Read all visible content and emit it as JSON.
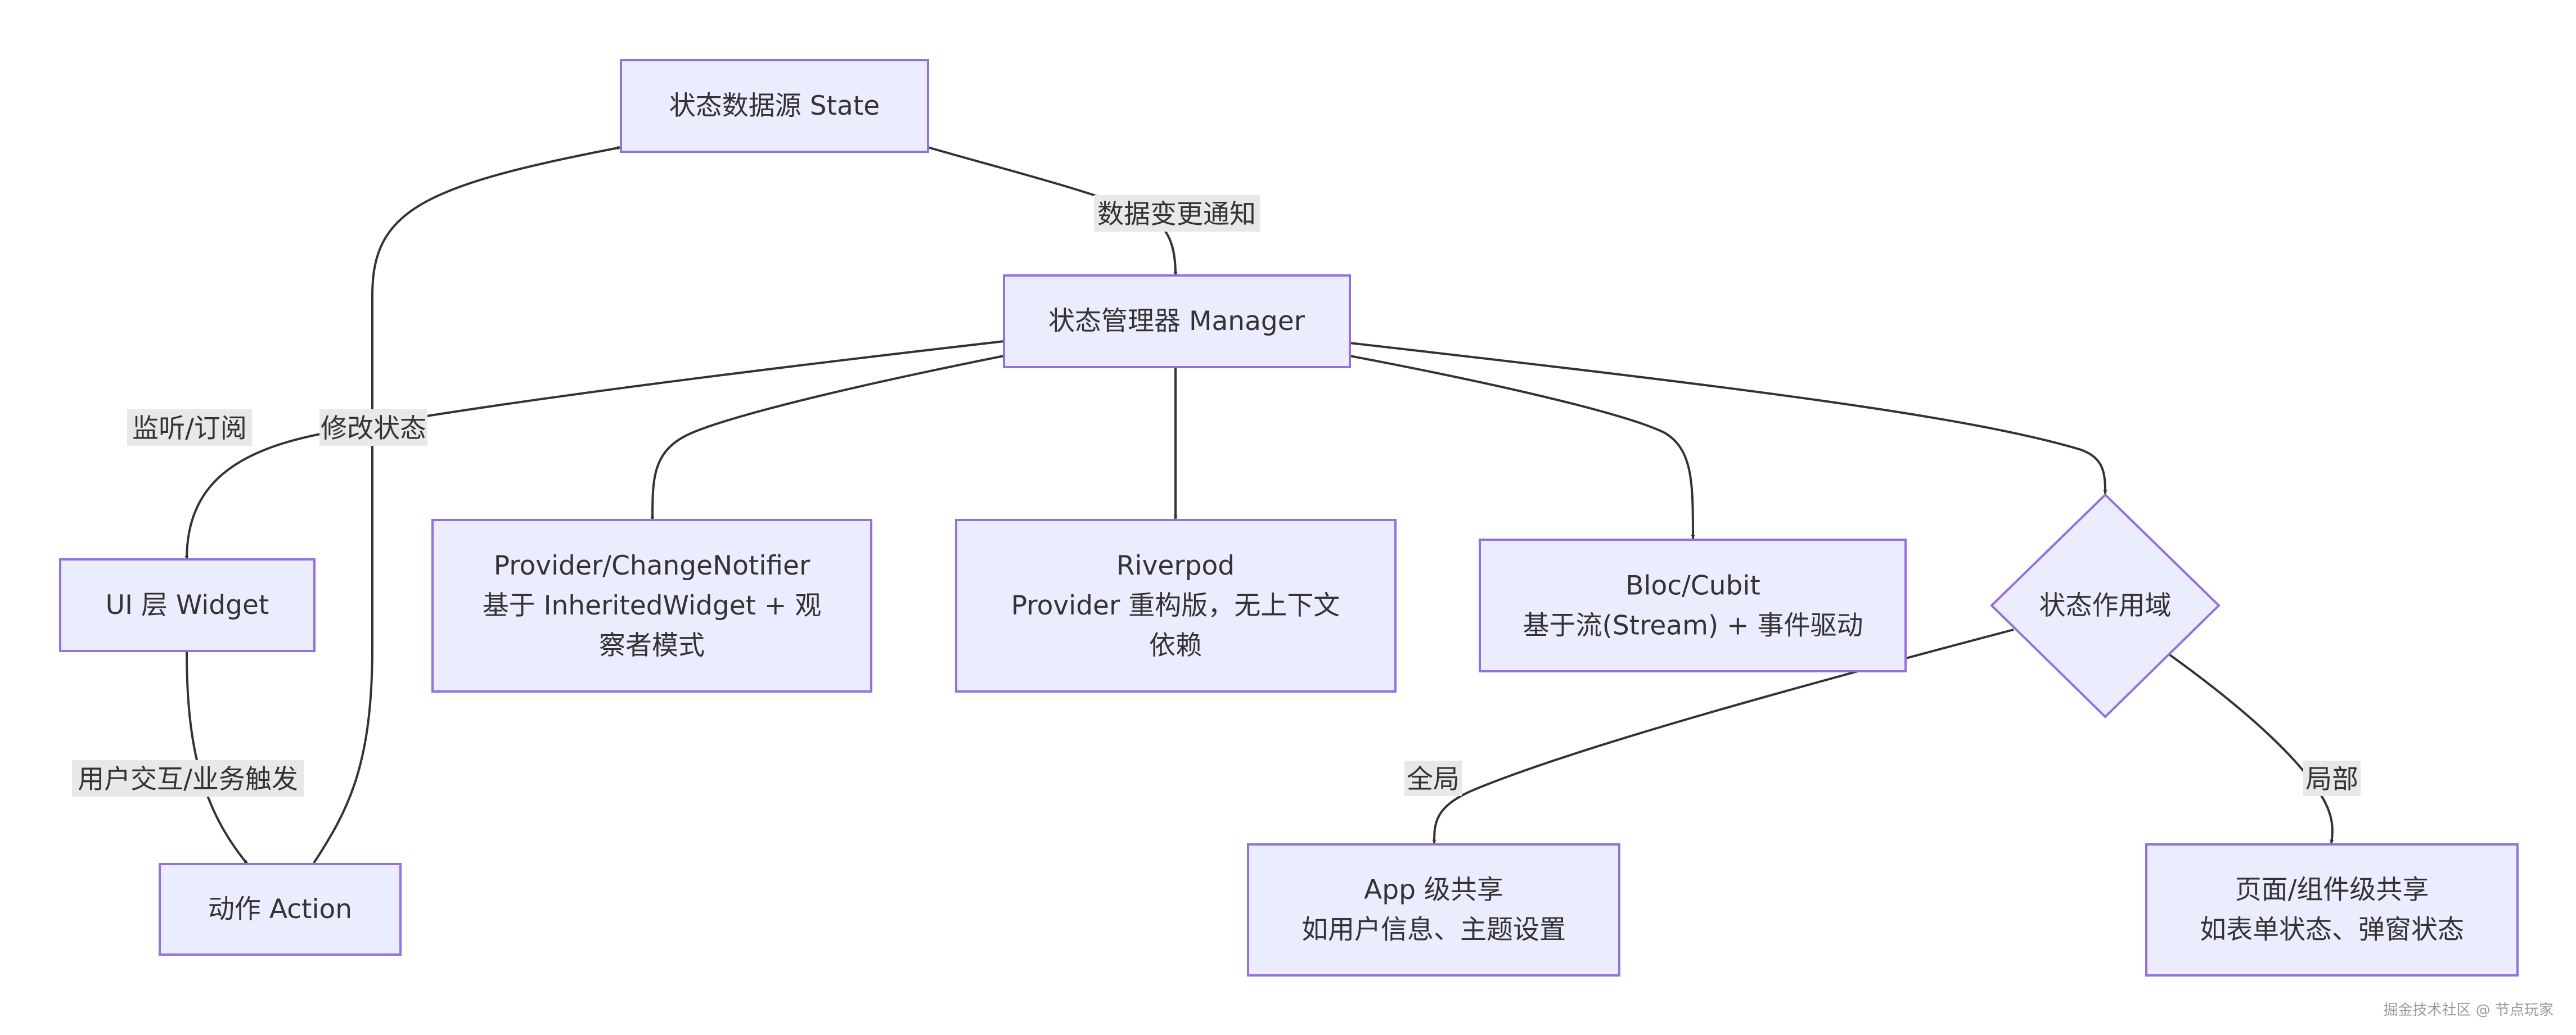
{
  "nodes": {
    "state": {
      "lines": [
        "状态数据源 State"
      ]
    },
    "manager": {
      "lines": [
        "状态管理器 Manager"
      ]
    },
    "ui": {
      "lines": [
        "UI 层 Widget"
      ]
    },
    "action": {
      "lines": [
        "动作 Action"
      ]
    },
    "provider": {
      "lines": [
        "Provider/ChangeNotifier",
        "基于 InheritedWidget + 观",
        "察者模式"
      ]
    },
    "riverpod": {
      "lines": [
        "Riverpod",
        "Provider 重构版，无上下文",
        "依赖"
      ]
    },
    "bloc": {
      "lines": [
        "Bloc/Cubit",
        "基于流(Stream) + 事件驱动"
      ]
    },
    "scope": {
      "lines": [
        "状态作用域"
      ]
    },
    "app": {
      "lines": [
        "App 级共享",
        "如用户信息、主题设置"
      ]
    },
    "page": {
      "lines": [
        "页面/组件级共享",
        "如表单状态、弹窗状态"
      ]
    }
  },
  "edges": {
    "notify": {
      "label": "数据变更通知"
    },
    "listen": {
      "label": "监听/订阅"
    },
    "trigger": {
      "label": "用户交互/业务触发"
    },
    "modify": {
      "label": "修改状态"
    },
    "global": {
      "label": "全局"
    },
    "local": {
      "label": "局部"
    }
  },
  "colors": {
    "node_fill": "#ECECFF",
    "node_stroke": "#9370DB",
    "line": "#333333",
    "label_bg": "#e8e8e8"
  },
  "watermark": "掘金技术社区 @ 节点玩家"
}
